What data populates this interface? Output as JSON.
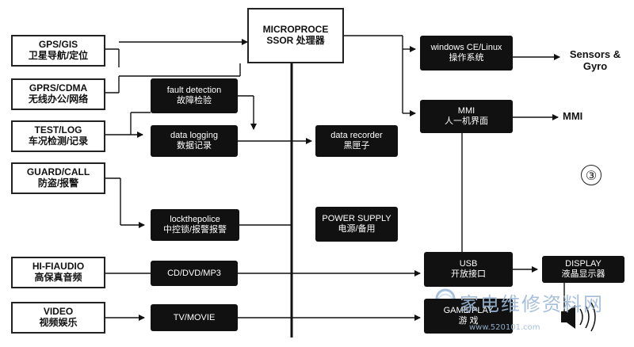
{
  "inputs": [
    {
      "l1": "GPS/GIS",
      "l2": "卫星导航/定位"
    },
    {
      "l1": "GPRS/CDMA",
      "l2": "无线办公/网络"
    },
    {
      "l1": "TEST/LOG",
      "l2": "车况检测/记录"
    },
    {
      "l1": "GUARD/CALL",
      "l2": "防盗/报警"
    },
    {
      "l1": "HI-FIAUDIO",
      "l2": "高保真音频"
    },
    {
      "l1": "VIDEO",
      "l2": "视频娱乐"
    }
  ],
  "processor": {
    "l1": "MICROPROCE",
    "l2": "SSOR 处理器"
  },
  "modules": {
    "fault": {
      "l1": "fault detection",
      "l2": "故障检验"
    },
    "logging": {
      "l1": "data logging",
      "l2": "数据记录"
    },
    "lock": {
      "l1": "lockthepolice",
      "l2": "中控锁/报警报警"
    },
    "cd": {
      "l1": "CD/DVD/MP3"
    },
    "tv": {
      "l1": "TV/MOVIE"
    },
    "recorder": {
      "l1": "data recorder",
      "l2": "黑匣子"
    },
    "power": {
      "l1": "POWER SUPPLY",
      "l2": "电源/备用"
    },
    "os": {
      "l1": "windows CE/Linux",
      "l2": "操作系统"
    },
    "mmi": {
      "l1": "MMI",
      "l2": "人一机界面"
    },
    "usb": {
      "l1": "USB",
      "l2": "开放接口"
    },
    "game": {
      "l1": "GAME/PLAY",
      "l2": "游 戏"
    },
    "display": {
      "l1": "DISPLAY",
      "l2": "液晶显示器"
    }
  },
  "outputs": {
    "sensors_l1": "Sensors &",
    "sensors_l2": "Gyro",
    "mmi": "MMI"
  },
  "figure_mark": "③",
  "watermark": {
    "text": "家电维修资料网",
    "url": "www.520101.com"
  }
}
